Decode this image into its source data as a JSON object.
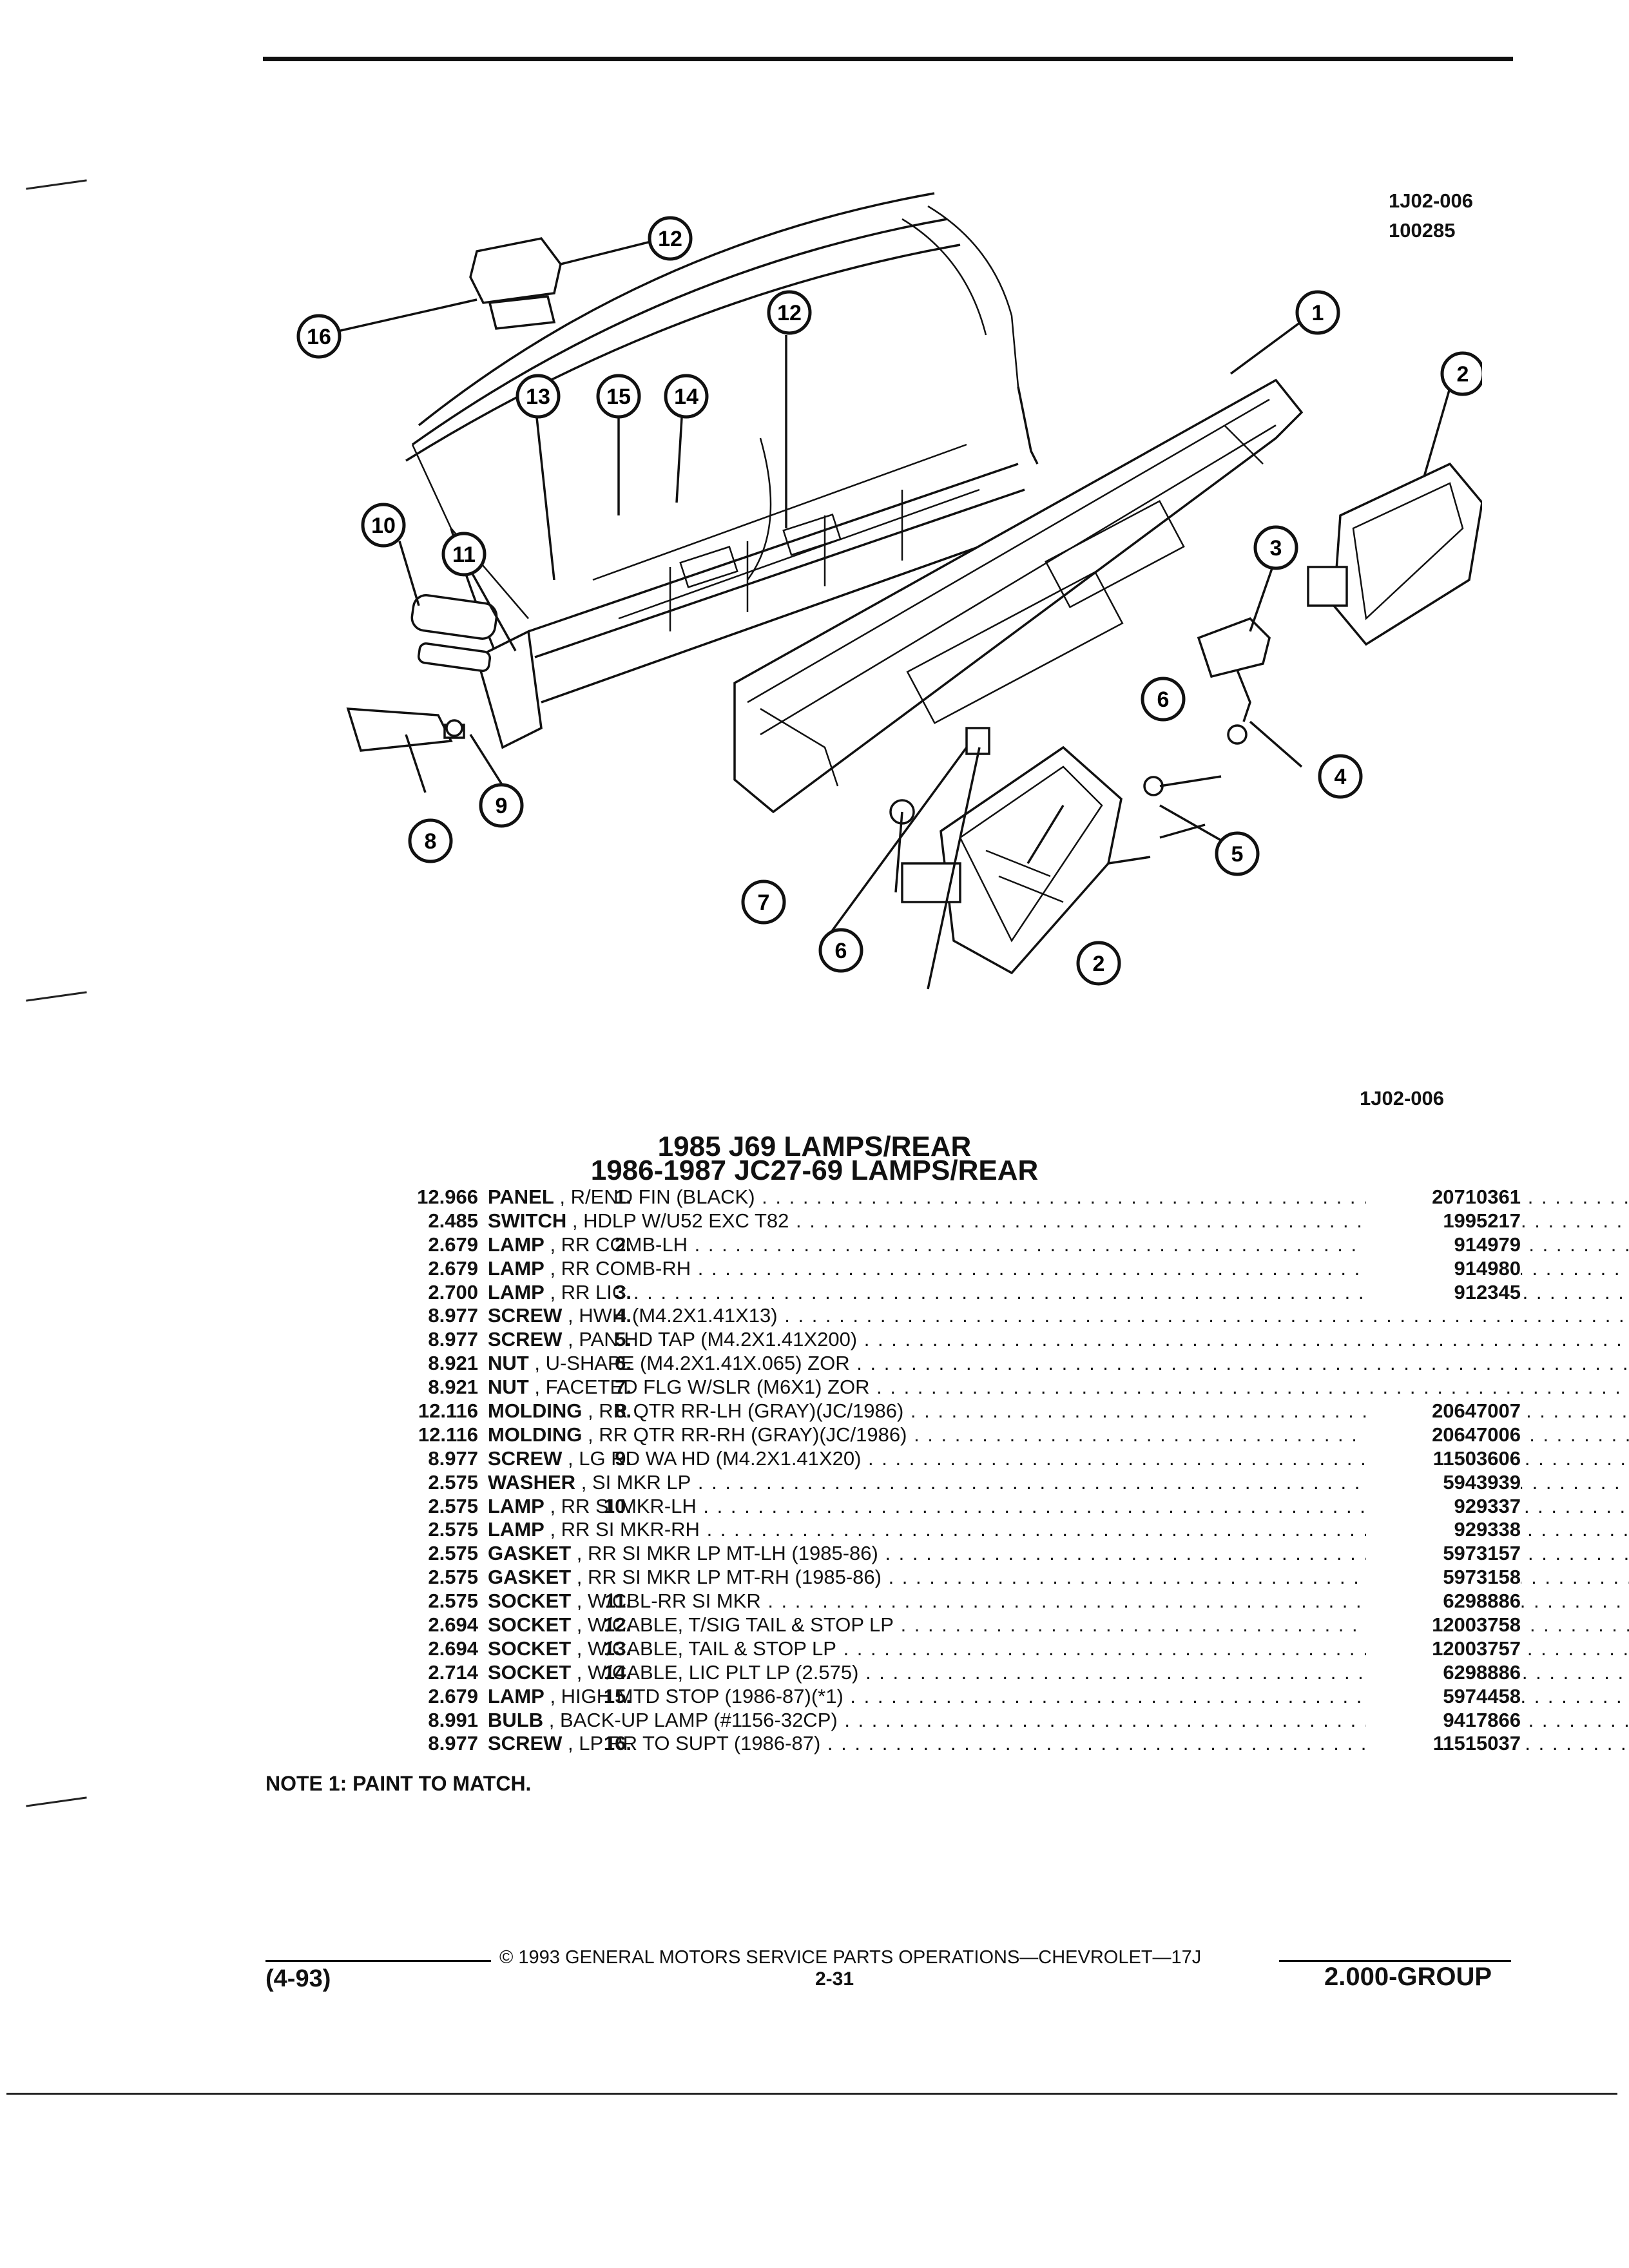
{
  "refs": {
    "code_top": "1J02-006",
    "code_top2": "100285",
    "code_bottom": "1J02-006"
  },
  "titles": {
    "line1": "1985 J69 LAMPS/REAR",
    "line2": "1986-1987 JC27-69 LAMPS/REAR"
  },
  "callouts": [
    "1",
    "2",
    "2",
    "3",
    "4",
    "5",
    "6",
    "6",
    "7",
    "8",
    "9",
    "10",
    "11",
    "12",
    "12",
    "13",
    "14",
    "15",
    "16"
  ],
  "parts": [
    {
      "item": "1.",
      "group": "12.966",
      "name": "PANEL",
      "desc": "R/END FIN (BLACK)",
      "pn": "20710361"
    },
    {
      "item": "",
      "group": "2.485",
      "name": "SWITCH",
      "desc": "HDLP W/U52 EXC T82",
      "pn": "1995217"
    },
    {
      "item": "2.",
      "group": "2.679",
      "name": "LAMP",
      "desc": "RR COMB-LH",
      "pn": "914979"
    },
    {
      "item": "",
      "group": "2.679",
      "name": "LAMP",
      "desc": "RR COMB-RH",
      "pn": "914980"
    },
    {
      "item": "3.",
      "group": "2.700",
      "name": "LAMP",
      "desc": "RR LIC",
      "pn": "912345"
    },
    {
      "item": "4.",
      "group": "8.977",
      "name": "SCREW",
      "desc": "HWH (M4.2X1.41X13)",
      "pn": ""
    },
    {
      "item": "5.",
      "group": "8.977",
      "name": "SCREW",
      "desc": "PAN HD TAP (M4.2X1.41X200)",
      "pn": ""
    },
    {
      "item": "6.",
      "group": "8.921",
      "name": "NUT",
      "desc": "U-SHAPE (M4.2X1.41X.065) ZOR",
      "pn": ""
    },
    {
      "item": "7.",
      "group": "8.921",
      "name": "NUT",
      "desc": "FACETED FLG W/SLR (M6X1) ZOR",
      "pn": ""
    },
    {
      "item": "8.",
      "group": "12.116",
      "name": "MOLDING",
      "desc": "RR QTR RR-LH (GRAY)(JC/1986)",
      "pn": "20647007"
    },
    {
      "item": "",
      "group": "12.116",
      "name": "MOLDING",
      "desc": "RR QTR RR-RH (GRAY)(JC/1986)",
      "pn": "20647006"
    },
    {
      "item": "9.",
      "group": "8.977",
      "name": "SCREW",
      "desc": "LG RD WA HD (M4.2X1.41X20)",
      "pn": "11503606"
    },
    {
      "item": "",
      "group": "2.575",
      "name": "WASHER",
      "desc": "SI MKR LP",
      "pn": "5943939"
    },
    {
      "item": "10.",
      "group": "2.575",
      "name": "LAMP",
      "desc": "RR SI MKR-LH",
      "pn": "929337"
    },
    {
      "item": "",
      "group": "2.575",
      "name": "LAMP",
      "desc": "RR SI MKR-RH",
      "pn": "929338"
    },
    {
      "item": "",
      "group": "2.575",
      "name": "GASKET",
      "desc": "RR SI MKR LP MT-LH (1985-86)",
      "pn": "5973157"
    },
    {
      "item": "",
      "group": "2.575",
      "name": "GASKET",
      "desc": "RR SI MKR LP MT-RH (1985-86)",
      "pn": "5973158"
    },
    {
      "item": "11.",
      "group": "2.575",
      "name": "SOCKET",
      "desc": "W/CBL-RR SI MKR",
      "pn": "6298886"
    },
    {
      "item": "12.",
      "group": "2.694",
      "name": "SOCKET",
      "desc": "W/CABLE, T/SIG TAIL & STOP LP",
      "pn": "12003758"
    },
    {
      "item": "13.",
      "group": "2.694",
      "name": "SOCKET",
      "desc": "W/CABLE, TAIL & STOP LP",
      "pn": "12003757"
    },
    {
      "item": "14.",
      "group": "2.714",
      "name": "SOCKET",
      "desc": "W/CABLE, LIC PLT LP (2.575)",
      "pn": "6298886"
    },
    {
      "item": "15.",
      "group": "2.679",
      "name": "LAMP",
      "desc": "HIGH MTD STOP (1986-87)(*1)",
      "pn": "5974458"
    },
    {
      "item": "",
      "group": "8.991",
      "name": "BULB",
      "desc": "BACK-UP LAMP (#1156-32CP)",
      "pn": "9417866"
    },
    {
      "item": "16.",
      "group": "8.977",
      "name": "SCREW",
      "desc": "LP RR TO SUPT (1986-87)",
      "pn": "11515037"
    }
  ],
  "note": "NOTE  1:  PAINT TO MATCH.",
  "footer": {
    "copyright": "© 1993  GENERAL MOTORS SERVICE PARTS OPERATIONS—CHEVROLET—17J",
    "date": "(4-93)",
    "page": "2-31",
    "group": "2.000-GROUP"
  }
}
